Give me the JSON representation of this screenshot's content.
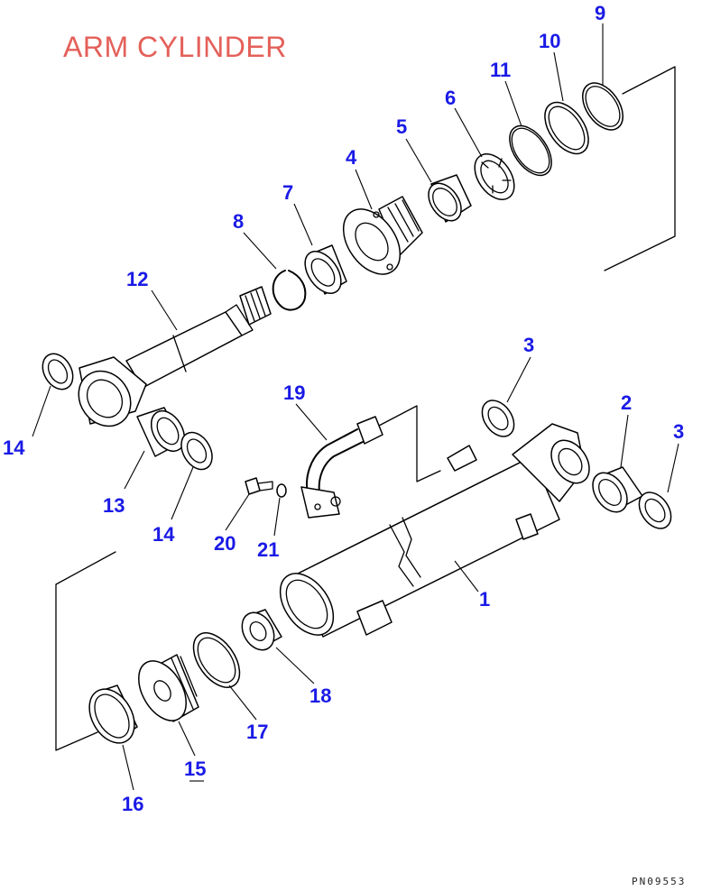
{
  "title": "ARM CYLINDER",
  "document_number": "PN09553",
  "part_labels": [
    "1",
    "2",
    "3",
    "3",
    "4",
    "5",
    "6",
    "7",
    "8",
    "9",
    "10",
    "11",
    "12",
    "13",
    "14",
    "14",
    "15",
    "16",
    "17",
    "18",
    "19",
    "20",
    "21"
  ]
}
